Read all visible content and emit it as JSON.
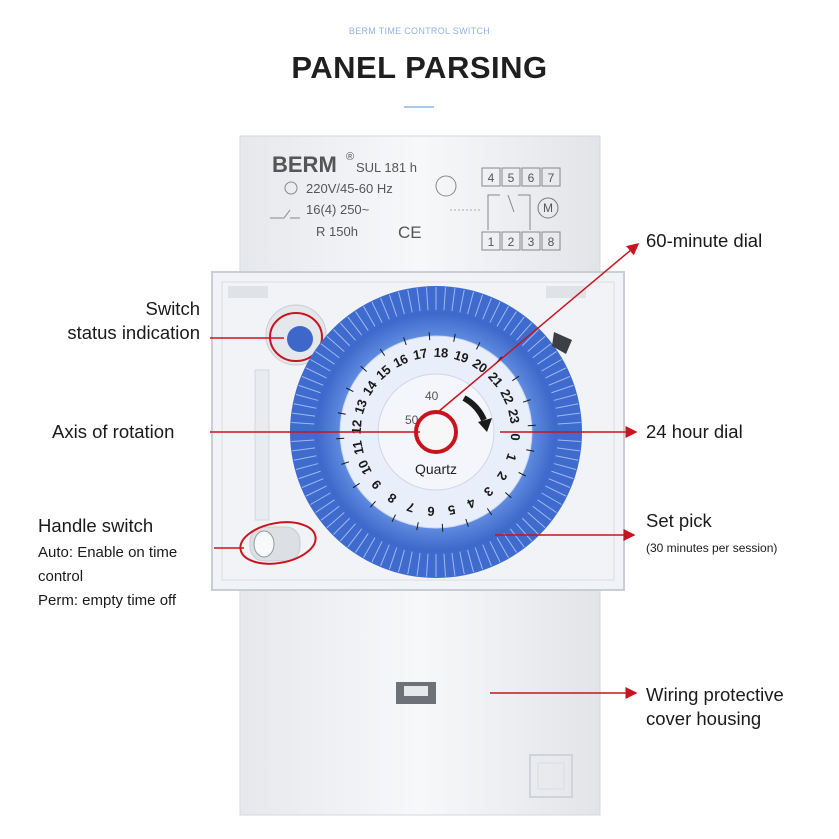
{
  "header": {
    "subtitle": "BERM TIME CONTROL SWITCH",
    "title": "PANEL PARSING"
  },
  "device": {
    "brand": "BERM",
    "registered": "®",
    "model": "SUL 181 h",
    "spec_voltage": "220V/45-60 Hz",
    "spec_rating": "16(4) 250~",
    "spec_reserve": "R  150h",
    "ce_mark": "CE",
    "terminals_top": [
      "4",
      "5",
      "6",
      "7"
    ],
    "terminals_bottom": [
      "1",
      "2",
      "3",
      "8"
    ],
    "motor_symbol": "M",
    "dial_text": "Quartz",
    "minute_marks": [
      "50",
      "40"
    ],
    "hour_numbers": [
      "0",
      "1",
      "2",
      "3",
      "4",
      "5",
      "6",
      "7",
      "8",
      "9",
      "10",
      "11",
      "12",
      "13",
      "14",
      "15",
      "16",
      "17",
      "18",
      "19",
      "20",
      "21",
      "22",
      "23"
    ]
  },
  "labels": {
    "switch_status_line1": "Switch",
    "switch_status_line2": "status indication",
    "axis": "Axis of rotation",
    "handle_title": "Handle switch",
    "handle_auto_line1": "Auto: Enable on time",
    "handle_auto_line2": "control",
    "handle_perm": "Perm: empty time off",
    "minute_dial": "60-minute dial",
    "hour_dial": "24 hour dial",
    "set_pick": "Set pick",
    "set_pick_note": "(30 minutes per session)",
    "wiring_line1": "Wiring protective",
    "wiring_line2": "cover housing"
  },
  "colors": {
    "arrow": "#c8141e",
    "dial_blue": "#4a78d6",
    "subtitle": "#8fb4e6"
  }
}
